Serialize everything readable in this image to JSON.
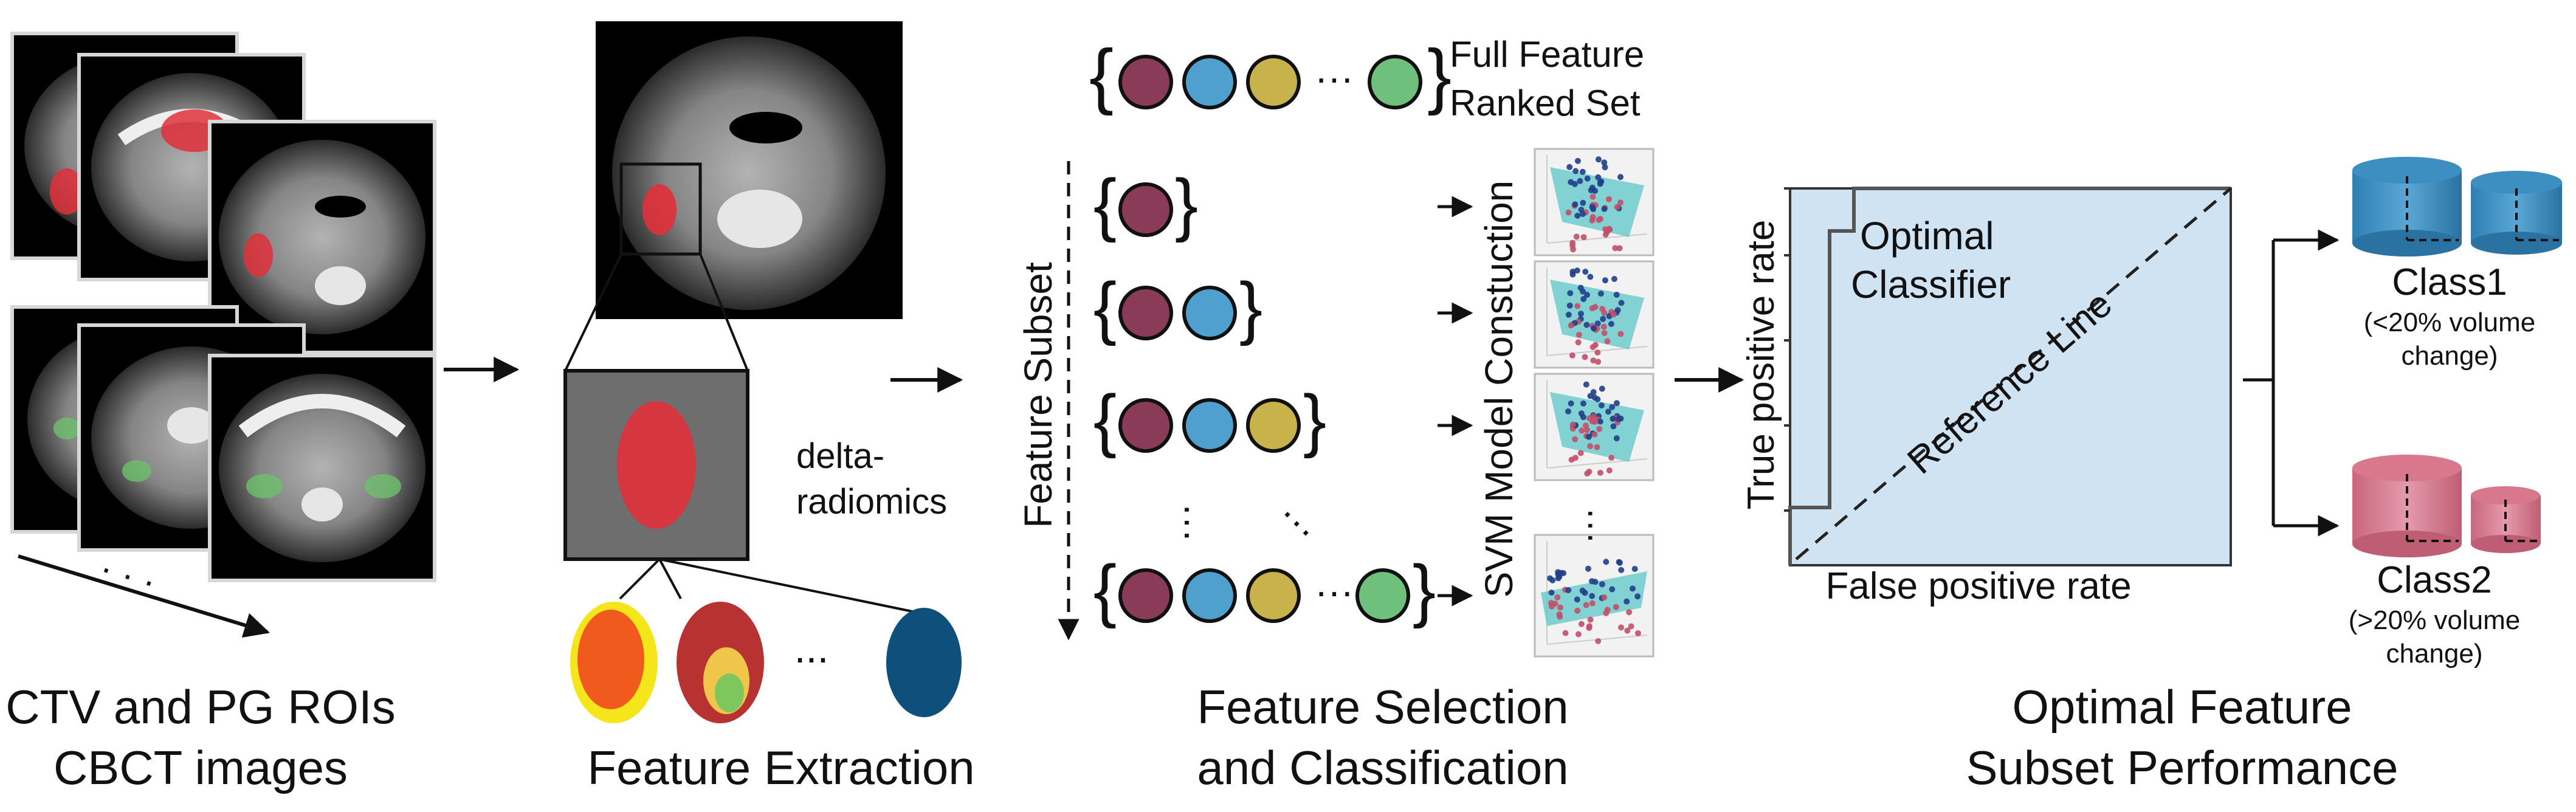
{
  "section_titles": {
    "ct_line1": "CTV and PG ROIs",
    "ct_line2": "CBCT images",
    "extraction": "Feature Extraction",
    "selection_line1": "Feature Selection",
    "selection_line2": "and Classification",
    "performance_line1": "Optimal Feature",
    "performance_line2": "Subset Performance"
  },
  "extraction": {
    "delta_line1": "delta-",
    "delta_line2": "radiomics",
    "ellipsis": "..."
  },
  "selection": {
    "full_set_line1": "Full Feature",
    "full_set_line2": "Ranked Set",
    "subset_axis": "Feature Subset",
    "svm_axis": "SVM Model Constuction",
    "feature_colors": [
      "#8a3b57",
      "#4fa0cf",
      "#c8b24c",
      "#6fbf7d"
    ]
  },
  "roc": {
    "ylabel": "True positive rate",
    "xlabel": "False positive rate",
    "optimal_line1": "Optimal",
    "optimal_line2": "Classifier",
    "reference": "Reference Line",
    "fill_color": "#cfe3f3"
  },
  "classes": {
    "class1_name": "Class1",
    "class1_desc_line1": "(<20% volume",
    "class1_desc_line2": "change)",
    "class1_color": "#3d8fc2",
    "class2_name": "Class2",
    "class2_desc_line1": "(>20% volume",
    "class2_desc_line2": "change)",
    "class2_color": "#d9778d"
  }
}
